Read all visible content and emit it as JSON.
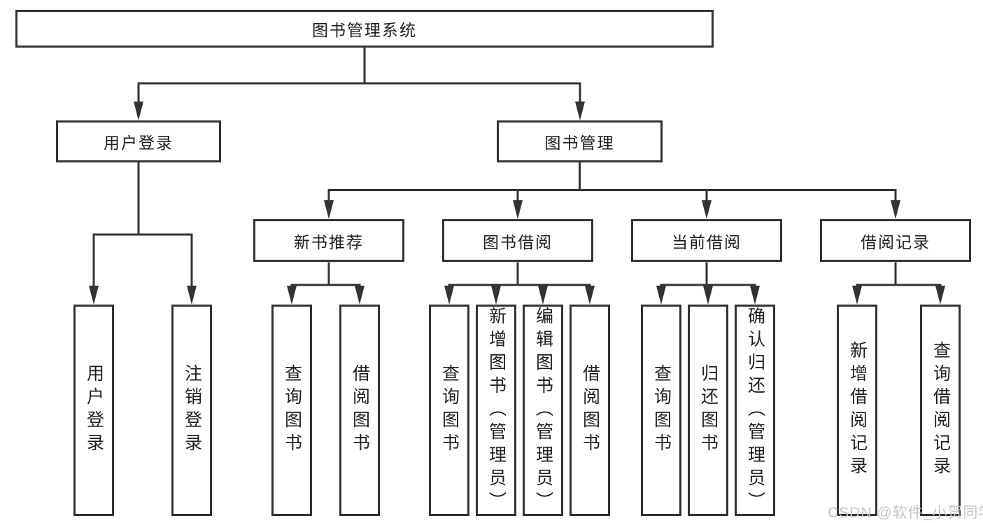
{
  "tree": {
    "label": "图书管理系统",
    "children": [
      {
        "label": "用户登录",
        "children": [
          {
            "label": "用户登录"
          },
          {
            "label": "注销登录"
          }
        ]
      },
      {
        "label": "图书管理",
        "children": [
          {
            "label": "新书推荐",
            "children": [
              {
                "label": "查询图书"
              },
              {
                "label": "借阅图书"
              }
            ]
          },
          {
            "label": "图书借阅",
            "children": [
              {
                "label": "查询图书"
              },
              {
                "label": "新增图书（管理员）"
              },
              {
                "label": "编辑图书（管理员）"
              },
              {
                "label": "借阅图书"
              }
            ]
          },
          {
            "label": "当前借阅",
            "children": [
              {
                "label": "查询图书"
              },
              {
                "label": "归还图书"
              },
              {
                "label": "确认归还（管理员）"
              }
            ]
          },
          {
            "label": "借阅记录",
            "children": [
              {
                "label": "新增借阅记录"
              },
              {
                "label": "查询借阅记录"
              }
            ]
          }
        ]
      }
    ]
  },
  "watermark": {
    "text": "CSDN @软件_小贺同学"
  },
  "colors": {
    "line": "#333333",
    "text": "#1f1f1f",
    "watermark": "#c9c5c5"
  }
}
